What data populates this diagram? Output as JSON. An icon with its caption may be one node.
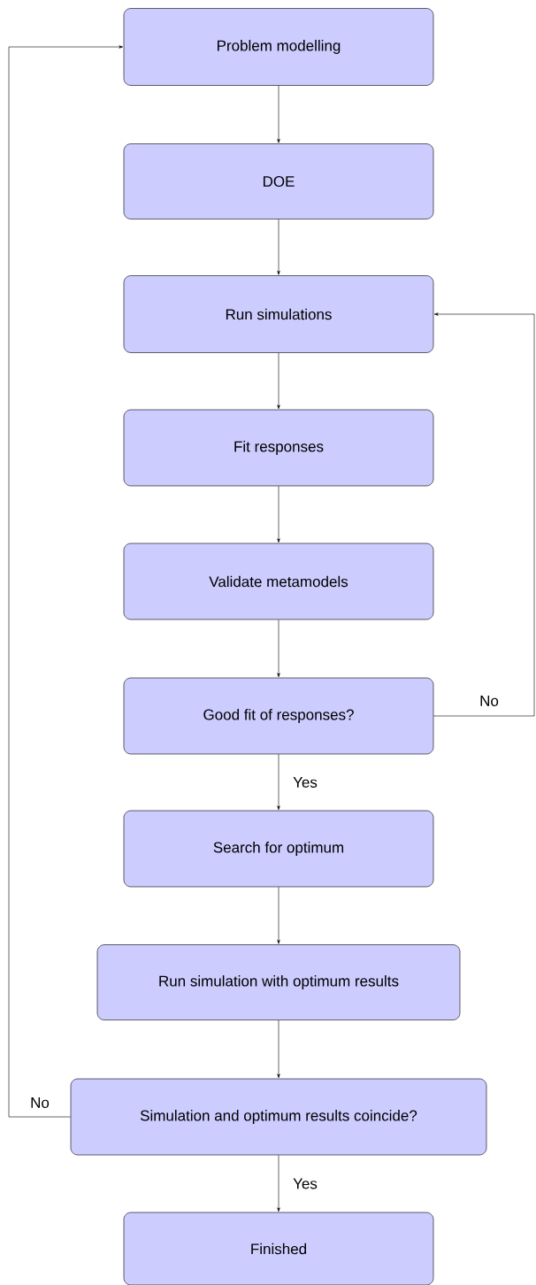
{
  "diagram": {
    "nodes": [
      {
        "text": [
          "Problem modelling"
        ]
      },
      {
        "text": [
          "DOE"
        ]
      },
      {
        "text": [
          "Run simulations"
        ]
      },
      {
        "text": [
          "Fit responses"
        ]
      },
      {
        "text": [
          "Validate metamodels"
        ]
      },
      {
        "text": [
          "Good fit of responses?"
        ]
      },
      {
        "text": [
          "Search for optimum"
        ]
      },
      {
        "text": [
          "Run simulation with optimum results"
        ]
      },
      {
        "text": [
          "Simulation and optimum results coincide?"
        ]
      },
      {
        "text": [
          "Finished"
        ]
      }
    ],
    "edges": [
      {
        "from": 0,
        "to": 1,
        "arrow": "to"
      },
      {
        "from": 1,
        "to": 2,
        "arrow": "to"
      },
      {
        "from": 2,
        "to": 3,
        "arrow": "to"
      },
      {
        "from": 3,
        "to": 4,
        "arrow": "to"
      },
      {
        "from": 4,
        "to": 5,
        "arrow": "to"
      },
      {
        "from": 5,
        "to": 6,
        "arrow": "to",
        "label": "Yes"
      },
      {
        "from": 6,
        "to": 7,
        "arrow": "to"
      },
      {
        "from": 7,
        "to": 8,
        "arrow": "to"
      },
      {
        "from": 8,
        "to": 9,
        "arrow": "to",
        "label": "Yes"
      },
      {
        "from": 5,
        "to": 2,
        "arrow": "to",
        "label": "No"
      },
      {
        "from": 8,
        "to": 0,
        "arrow": "to",
        "label": "No"
      }
    ]
  }
}
